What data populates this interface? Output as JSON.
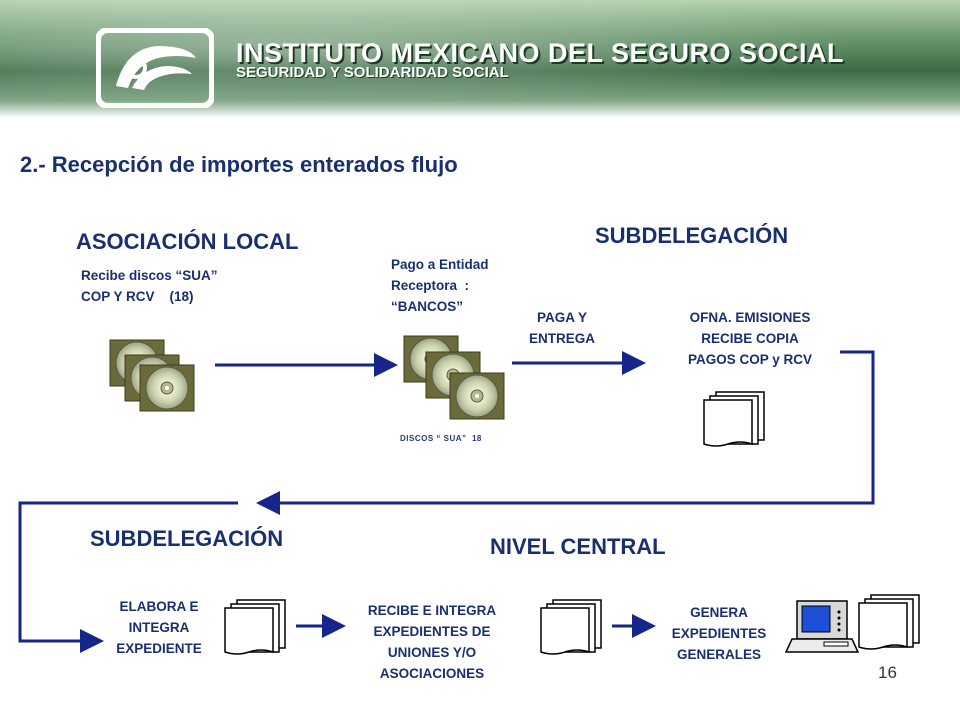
{
  "header": {
    "org_name": "INSTITUTO MEXICANO DEL SEGURO SOCIAL",
    "org_motto": "SEGURIDAD Y SOLIDARIDAD SOCIAL"
  },
  "slide": {
    "title": "2.- Recepción de importes enterados flujo",
    "page_number": "16"
  },
  "sections": {
    "asociacion_local": "ASOCIACIÓN LOCAL",
    "subdelegacion_top": "SUBDELEGACIÓN",
    "subdelegacion_bottom": "SUBDELEGACIÓN",
    "nivel_central": "NIVEL CENTRAL"
  },
  "labels": {
    "recibe_discos_1": "Recibe discos “SUA”",
    "recibe_discos_2": "COP Y RCV    (18)",
    "pago_entidad_1": "Pago a Entidad",
    "pago_entidad_2": "Receptora  :",
    "pago_entidad_3": "“BANCOS”",
    "paga_1": "PAGA Y",
    "paga_2": "ENTREGA",
    "ofna_1": "OFNA. EMISIONES",
    "ofna_2": "RECIBE COPIA",
    "ofna_3": "PAGOS COP y RCV",
    "discos_sua": "DISCOS “ SUA”  18",
    "elabora_1": "ELABORA E",
    "elabora_2": "INTEGRA",
    "elabora_3": "EXPEDIENTE",
    "recibe_integra_1": "RECIBE E INTEGRA",
    "recibe_integra_2": "EXPEDIENTES DE",
    "recibe_integra_3": "UNIONES Y/O",
    "recibe_integra_4": "ASOCIACIONES",
    "genera_1": "GENERA",
    "genera_2": "EXPEDIENTES",
    "genera_3": "GENERALES"
  },
  "colors": {
    "text": "#1a2f6e",
    "arrow": "#16258a",
    "banner": "#3d6b45",
    "disc_frame": "#6b6a3a"
  },
  "icons": [
    "imss-logo",
    "cd-disc-icon",
    "document-stack-icon",
    "computer-icon"
  ]
}
